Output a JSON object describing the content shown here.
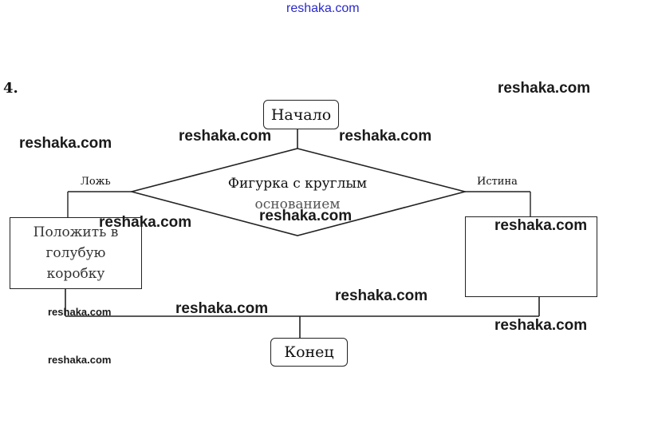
{
  "header": {
    "watermark": "reshaka.com"
  },
  "problem_number": "4.",
  "flowchart": {
    "start": "Начало",
    "condition_line1": "Фигурка с круглым",
    "condition_line2": "основанием",
    "false_label": "Ложь",
    "true_label": "Истина",
    "false_action": "Положить в голубую коробку",
    "true_action": "",
    "end": "Конец"
  },
  "watermarks": {
    "w1": "reshaka.com",
    "w2": "reshaka.com",
    "w3": "reshaka.com",
    "w4": "reshaka.com",
    "w5": "reshaka.com",
    "w6": "reshaka.com",
    "w7": "reshaka.com",
    "w8": "reshaka.com",
    "w9": "reshaka.com",
    "w10": "reshaka.com",
    "w11": "reshaka.com",
    "w12": "reshaka.com"
  }
}
